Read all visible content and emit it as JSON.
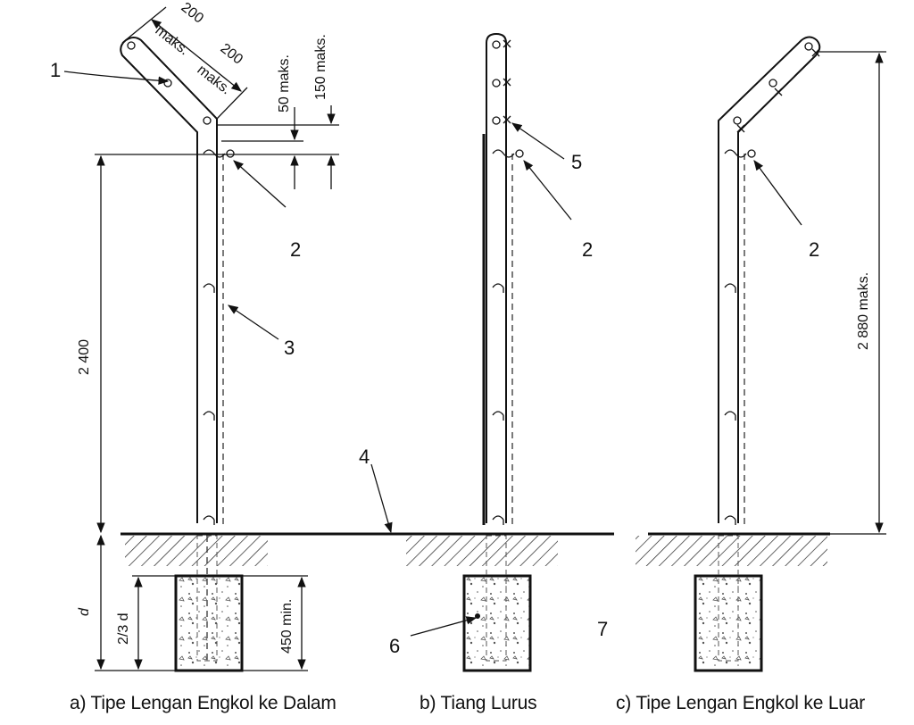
{
  "callouts": {
    "n1": "1",
    "n2a": "2",
    "n2b": "2",
    "n2c": "2",
    "n3": "3",
    "n4": "4",
    "n5": "5",
    "n6": "6",
    "n7": "7"
  },
  "dimensions": {
    "arm_seg1": "200",
    "arm_seg2": "200",
    "arm_maks1": "maks.",
    "arm_maks2": "maks.",
    "top_50": "50 maks.",
    "top_150": "150 maks.",
    "height_2400": "2 400",
    "height_2880": "2 880 maks.",
    "depth_d": "d",
    "depth_2_3d": "2/3 d",
    "depth_450": "450 min."
  },
  "captions": {
    "a": "a) Tipe Lengan Engkol ke Dalam",
    "b": "b) Tiang Lurus",
    "c": "c) Tipe Lengan Engkol ke Luar"
  }
}
